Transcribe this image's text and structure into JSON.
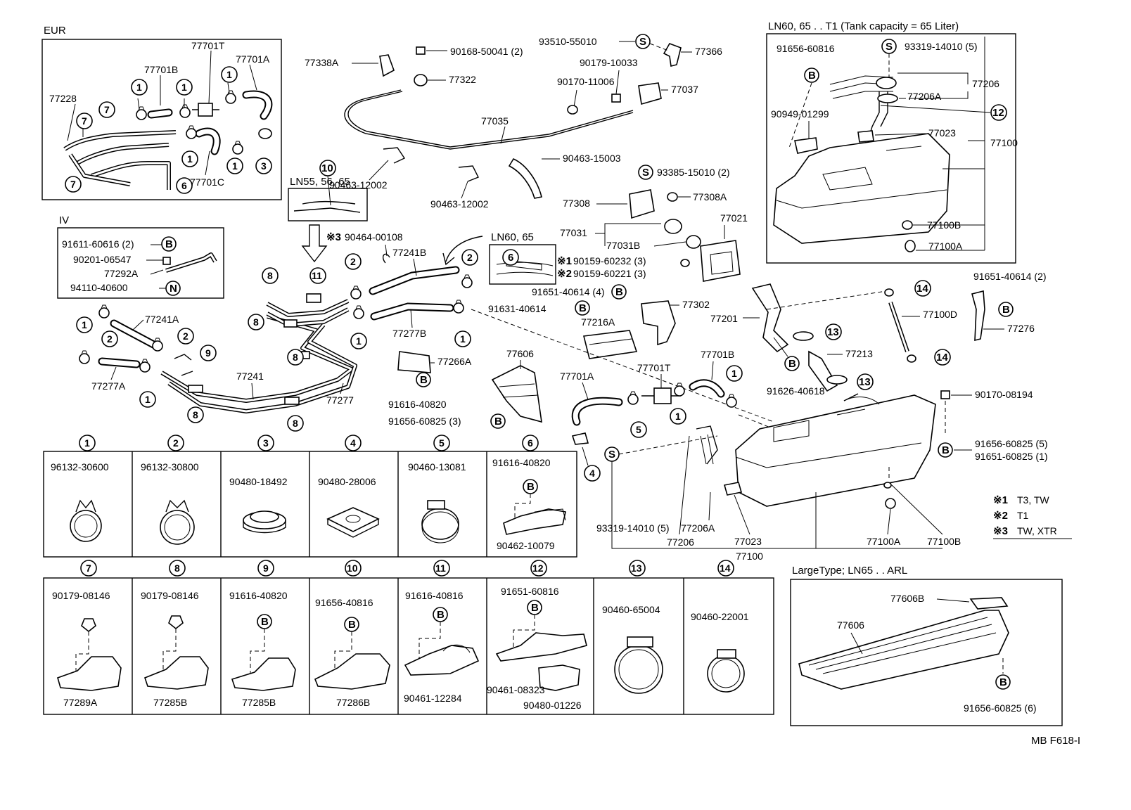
{
  "boxes": {
    "eur": {
      "title": "EUR"
    },
    "iv": {
      "title": "IV"
    },
    "ln55": {
      "title": "LN55, 56, 65"
    },
    "ln60_tank": {
      "title": "LN60, 65 . . T1 (Tank capacity = 65 Liter)"
    },
    "ln60_small": {
      "title": "LN60, 65"
    },
    "large": {
      "title": "LargeType; LN65 . . ARL"
    }
  },
  "circle_refs": [
    "1",
    "2",
    "3",
    "4",
    "5",
    "6",
    "7",
    "8",
    "9",
    "10",
    "11",
    "12",
    "13",
    "14"
  ],
  "letter_marks": {
    "bolt": "B",
    "screw": "S",
    "nut": "N"
  },
  "labels": {
    "eur_77701T": "77701T",
    "eur_77701A": "77701A",
    "eur_77701B": "77701B",
    "eur_77228": "77228",
    "eur_77701C": "77701C",
    "iv_91611": "91611-60616 (2)",
    "iv_90201": "90201-06547",
    "iv_77292A": "77292A",
    "iv_94110": "94110-40600",
    "p77338A": "77338A",
    "p90168": "90168-50041 (2)",
    "p77322": "77322",
    "p93510": "93510-55010",
    "p77366": "77366",
    "p90179_10033": "90179-10033",
    "p90170_11006": "90170-11006",
    "p77037": "77037",
    "p77035": "77035",
    "p90463_15003": "90463-15003",
    "p90463_12002a": "90463-12002",
    "p90463_12002b": "90463-12002",
    "p93385": "93385-15010 (2)",
    "p77308": "77308",
    "p77308A": "77308A",
    "p77021": "77021",
    "p77031": "77031",
    "p77031B": "77031B",
    "p90159_60232": "90159-60232 (3)",
    "p90159_60221": "90159-60221 (3)",
    "p90464": "90464-00108",
    "p77241B": "77241B",
    "p91651_40614_4": "91651-40614 (4)",
    "p91631": "91631-40614",
    "p77302": "77302",
    "p77241A": "77241A",
    "p77277A": "77277A",
    "p77241": "77241",
    "p77277": "77277",
    "p77277B": "77277B",
    "p77216A": "77216A",
    "p77266A": "77266A",
    "p91616_40820": "91616-40820",
    "p91656_60825_3": "91656-60825 (3)",
    "p77606": "77606",
    "p77701A": "77701A",
    "p77701T": "77701T",
    "p77701B": "77701B",
    "p77201": "77201",
    "p77213": "77213",
    "p91626": "91626-40618",
    "p77100D": "77100D",
    "p91651_40614_2": "91651-40614 (2)",
    "p77276": "77276",
    "p90170_08194": "90170-08194",
    "p91656_60825_5": "91656-60825 (5)",
    "p91651_60825_1": "91651-60825 (1)",
    "p93319_bottom": "93319-14010 (5)",
    "p77206A_bottom": "77206A",
    "p77206_bottom": "77206",
    "p77023_bottom": "77023",
    "p77100_bottom": "77100",
    "p77100A_bottom": "77100A",
    "p77100B_bottom": "77100B",
    "t91656_60816": "91656-60816",
    "t93319": "93319-14010 (5)",
    "t77206": "77206",
    "t77206A": "77206A",
    "t90949": "90949-01299",
    "t77023": "77023",
    "t77100": "77100",
    "t77100B": "77100B",
    "t77100A": "77100A",
    "note1_mark": "※1",
    "note1_text": "T3, TW",
    "note2_mark": "※2",
    "note2_text": "T1",
    "note3_mark": "※3",
    "note3_text": "TW, XTR",
    "mark3": "※3",
    "mark1": "※1",
    "mark2": "※2",
    "large_77606B": "77606B",
    "large_77606": "77606",
    "large_91656": "91656-60825 (6)",
    "footer_code": "MB F618-I"
  },
  "cells_row1": [
    {
      "ref": "1",
      "part": "96132-30600"
    },
    {
      "ref": "2",
      "part": "96132-30800"
    },
    {
      "ref": "3",
      "part": "90480-18492"
    },
    {
      "ref": "4",
      "part": "90480-28006"
    },
    {
      "ref": "5",
      "part": "90460-13081"
    },
    {
      "ref": "6",
      "part": "91616-40820",
      "extra": "90462-10079",
      "bolt": "B"
    }
  ],
  "cells_row2": [
    {
      "ref": "7",
      "part": "90179-08146",
      "extra": "77289A"
    },
    {
      "ref": "8",
      "part": "90179-08146",
      "extra": "77285B"
    },
    {
      "ref": "9",
      "part": "91616-40820",
      "extra": "77285B",
      "bolt": "B"
    },
    {
      "ref": "10",
      "part": "91656-40816",
      "extra": "77286B",
      "bolt": "B"
    },
    {
      "ref": "11",
      "part": "91616-40816",
      "extra": "90461-12284",
      "bolt": "B"
    },
    {
      "ref": "12",
      "part": "91651-60816",
      "extra": "90461-08323",
      "extra2": "90480-01226",
      "bolt": "B"
    },
    {
      "ref": "13",
      "part": "90460-65004"
    },
    {
      "ref": "14",
      "part": "90460-22001"
    }
  ]
}
